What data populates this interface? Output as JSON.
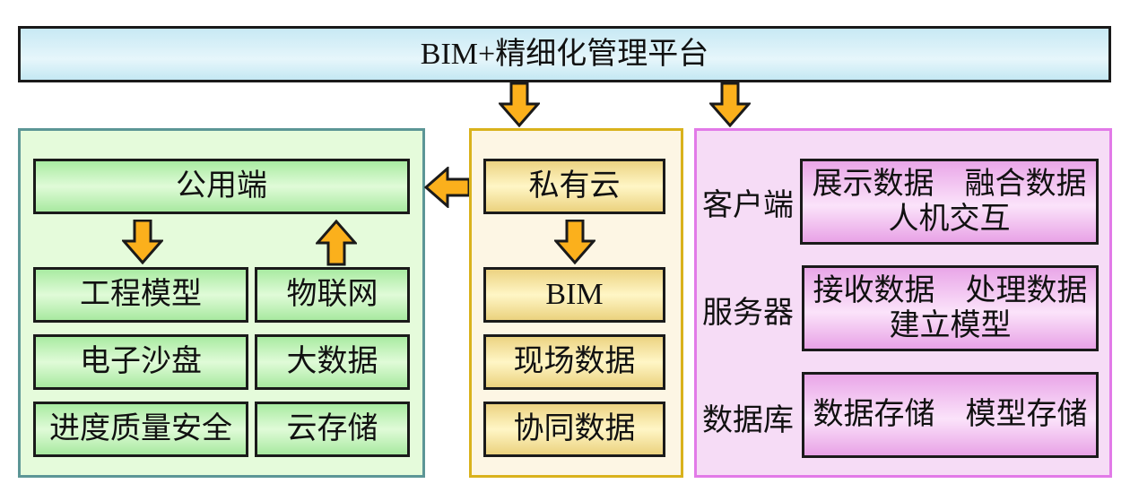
{
  "title": "BIM+精细化管理平台",
  "public_panel": {
    "header": "公用端",
    "items": [
      "工程模型",
      "物联网",
      "电子沙盘",
      "大数据",
      "进度质量安全",
      "云存储"
    ]
  },
  "private_panel": {
    "header": "私有云",
    "items": [
      "BIM",
      "现场数据",
      "协同数据"
    ]
  },
  "client_panel": {
    "rows": [
      {
        "label": "客户端",
        "line1": "展示数据　融合数据",
        "line2": "人机交互"
      },
      {
        "label": "服务器",
        "line1": "接收数据　处理数据",
        "line2": "建立模型"
      },
      {
        "label": "数据库",
        "line1": "数据存储　模型存储",
        "line2": ""
      }
    ]
  },
  "colors": {
    "arrow_fill": "#fbb01c",
    "arrow_stroke": "#1a1a1a"
  }
}
